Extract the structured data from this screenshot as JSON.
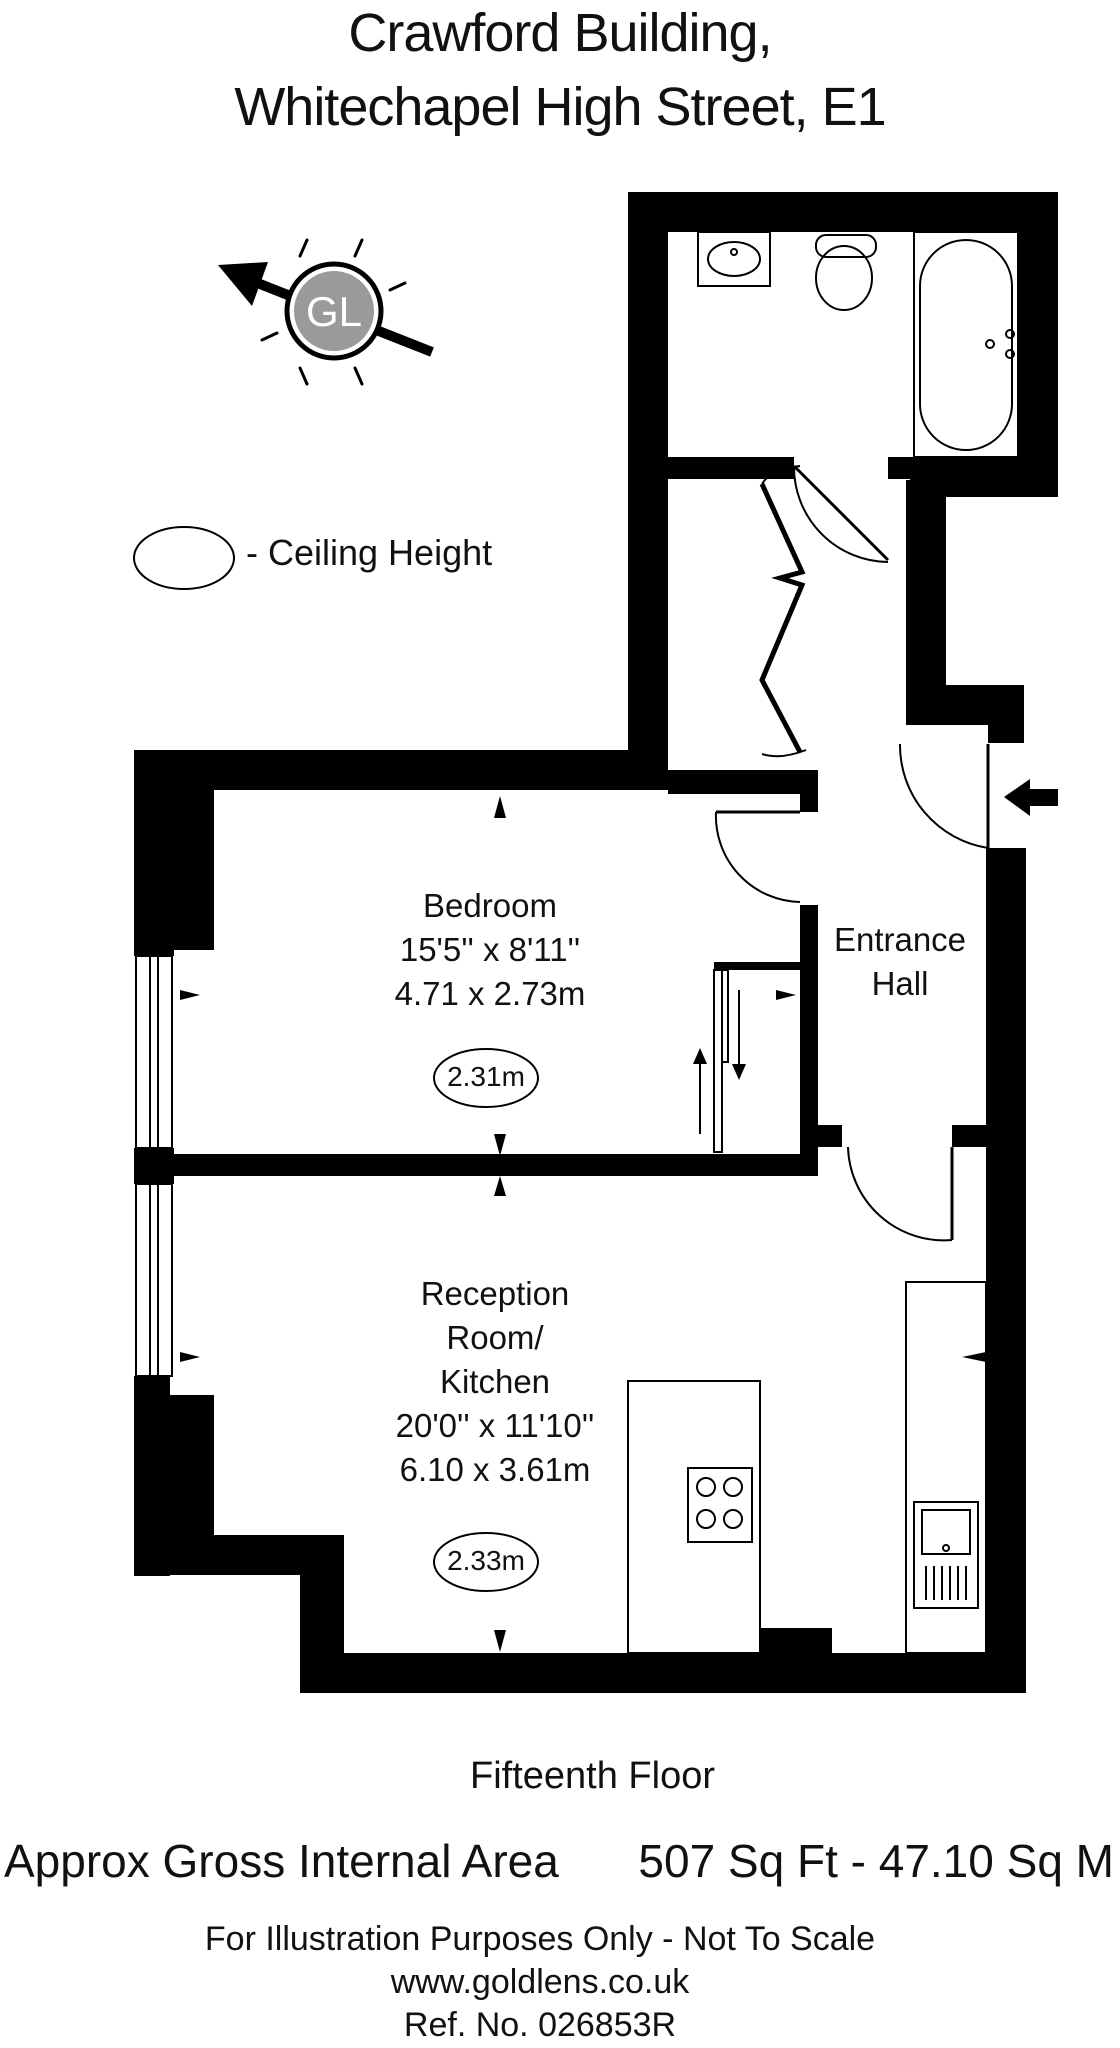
{
  "header": {
    "title_line1": "Crawford Building,",
    "title_line2": "Whitechapel High Street, E1"
  },
  "compass": {
    "logo": "GL",
    "icon": "north-arrow-compass-icon"
  },
  "legend": {
    "text": "- Ceiling Height",
    "icon": "ceiling-height-ellipse-icon"
  },
  "rooms": {
    "bedroom": {
      "name": "Bedroom",
      "dims_imperial": "15'5'' x 8'11''",
      "dims_metric": "4.71 x 2.73m",
      "ceiling_height": "2.31m"
    },
    "entrance_hall": {
      "line1": "Entrance",
      "line2": "Hall"
    },
    "reception": {
      "line1": "Reception",
      "line2": "Room/",
      "line3": "Kitchen",
      "dims_imperial": "20'0'' x 11'10''",
      "dims_metric": "6.10 x 3.61m",
      "ceiling_height": "2.33m"
    }
  },
  "footer": {
    "floor": "Fifteenth Floor",
    "area_label": "Approx Gross Internal Area",
    "area_value": "507 Sq Ft  - 47.10 Sq M",
    "disclaimer": "For Illustration Purposes Only - Not To Scale",
    "website": "www.goldlens.co.uk",
    "reference": "Ref. No. 026853R"
  },
  "colors": {
    "wall": "#000000",
    "background": "#ffffff",
    "logo_fill": "#9a9a9a"
  }
}
